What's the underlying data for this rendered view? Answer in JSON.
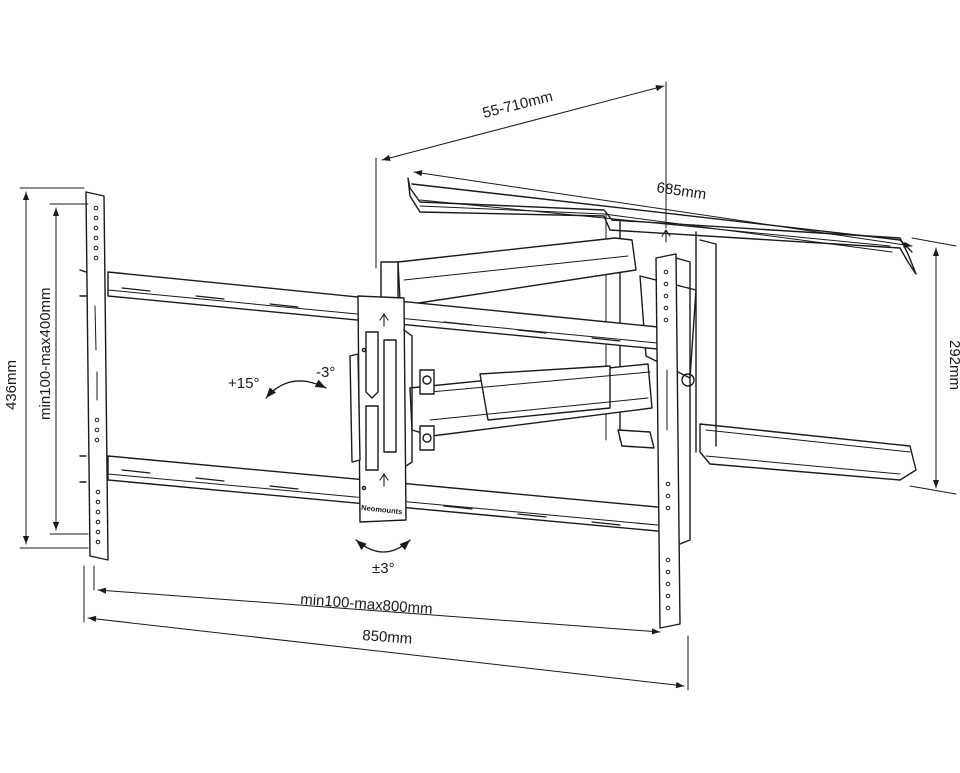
{
  "colors": {
    "line": "#1a1a1a",
    "fill": "#ffffff",
    "background": "#ffffff"
  },
  "dimensions": {
    "depth": "55-710mm",
    "arm_width": "685mm",
    "wall_plate_height": "292mm",
    "height": "436mm",
    "vesa_vertical": "min100-max400mm",
    "vesa_horizontal": "min100-max800mm",
    "width": "850mm"
  },
  "angles": {
    "tilt_up": "+15°",
    "tilt_down": "-3°",
    "roll": "±3°"
  },
  "brand": "Neomounts"
}
